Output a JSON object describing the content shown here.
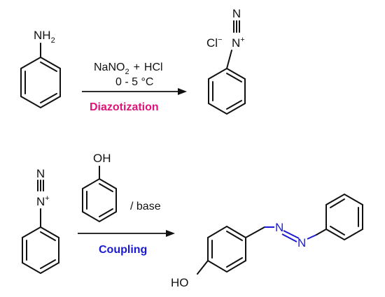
{
  "colors": {
    "diazotization": "#e0137b",
    "coupling": "#1a1ad6",
    "ink": "#111111"
  },
  "reaction1": {
    "aniline_group": "NH",
    "aniline_group_sub": "2",
    "reagent_na": "NaNO",
    "reagent_na_sub": "2",
    "reagent_plus": "+",
    "reagent_hcl": "HCl",
    "temperature": "0 - 5 °C",
    "step_label": "Diazotization",
    "product_n_terminal": "N",
    "product_counterion": "Cl",
    "product_counterion_charge": "−",
    "product_n_cation": "N",
    "product_n_charge": "+"
  },
  "reaction2": {
    "diazonium_n_terminal": "N",
    "diazonium_n_cation": "N",
    "diazonium_n_charge": "+",
    "phenol_group": "OH",
    "base_label": "/ base",
    "step_label": "Coupling",
    "product_azo_n1": "N",
    "product_azo_n2": "N",
    "product_ho": "HO"
  }
}
